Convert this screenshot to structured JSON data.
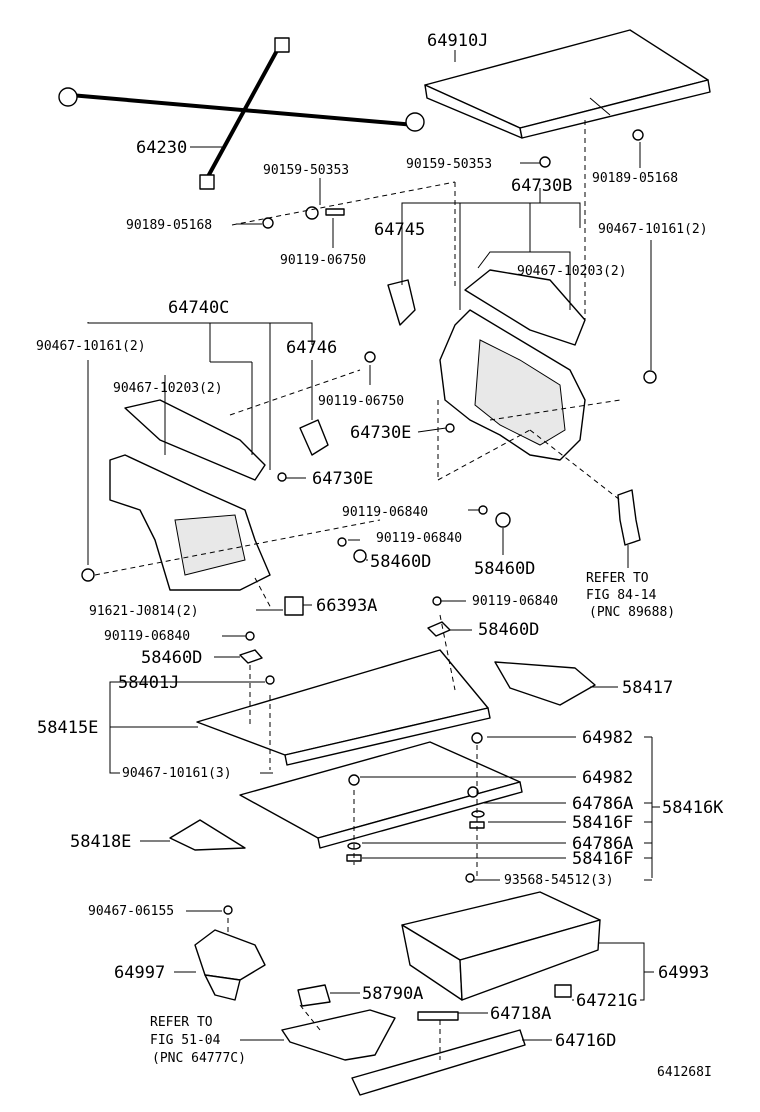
{
  "labels": {
    "l64910J": "64910J",
    "l64230": "64230",
    "l90159_50353a": "90159-50353",
    "l90159_50353b": "90159-50353",
    "l90189_05168a": "90189-05168",
    "l90189_05168b": "90189-05168",
    "l64730B": "64730B",
    "l64745": "64745",
    "l90467_10161a": "90467-10161(2)",
    "l90119_06750a": "90119-06750",
    "l90467_10203a": "90467-10203(2)",
    "l64740C": "64740C",
    "l90467_10161b": "90467-10161(2)",
    "l64746": "64746",
    "l90467_10203b": "90467-10203(2)",
    "l90119_06750b": "90119-06750",
    "l64730Ea": "64730E",
    "l64730Eb": "64730E",
    "l90119_06840a": "90119-06840",
    "l90119_06840b": "90119-06840",
    "l58460Da": "58460D",
    "l58460Db": "58460D",
    "l91621": "91621-J0814(2)",
    "l66393A": "66393A",
    "l90119_06840c": "90119-06840",
    "l90119_06840d": "90119-06840",
    "l58460Dc": "58460D",
    "l58460Dd": "58460D",
    "l58401J": "58401J",
    "l58417": "58417",
    "l58415E": "58415E",
    "l90467_10161c": "90467-10161(3)",
    "l64982a": "64982",
    "l64982b": "64982",
    "l64786Aa": "64786A",
    "l58416K": "58416K",
    "l58416Fa": "58416F",
    "l58418E": "58418E",
    "l64786Ab": "64786A",
    "l58416Fb": "58416F",
    "l93568": "93568-54512(3)",
    "l90467_06155": "90467-06155",
    "l64997": "64997",
    "l64993": "64993",
    "l58790A": "58790A",
    "l64721G": "64721G",
    "lrefer1": "REFER TO",
    "lfig1": "FIG 51-04",
    "lpnc1": "(PNC 64777C)",
    "l64718A": "64718A",
    "l64716D": "64716D",
    "lrefer2": "REFER TO",
    "lfig2": "FIG 84-14",
    "lpnc2": "(PNC 89688)",
    "lcode": "641268I"
  }
}
